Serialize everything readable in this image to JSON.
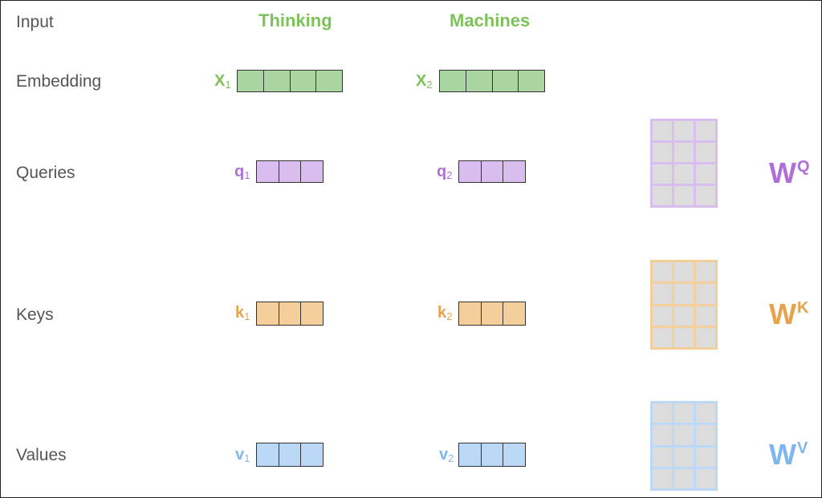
{
  "rows": {
    "input": "Input",
    "embedding": "Embedding",
    "queries": "Queries",
    "keys": "Keys",
    "values": "Values"
  },
  "words": [
    "Thinking",
    "Machines"
  ],
  "vectors": {
    "x1": {
      "base": "X",
      "sub": "1"
    },
    "x2": {
      "base": "X",
      "sub": "2"
    },
    "q1": {
      "base": "q",
      "sub": "1"
    },
    "q2": {
      "base": "q",
      "sub": "2"
    },
    "k1": {
      "base": "k",
      "sub": "1"
    },
    "k2": {
      "base": "k",
      "sub": "2"
    },
    "v1": {
      "base": "v",
      "sub": "1"
    },
    "v2": {
      "base": "v",
      "sub": "2"
    }
  },
  "weights": {
    "wq": {
      "base": "W",
      "sup": "Q"
    },
    "wk": {
      "base": "W",
      "sup": "K"
    },
    "wv": {
      "base": "W",
      "sup": "V"
    }
  },
  "colors": {
    "embedding_fill": "#a9d6a0",
    "embedding_text": "#7dc15a",
    "query_fill": "#d9bdef",
    "query_text": "#b06fd8",
    "key_fill": "#f5cf9b",
    "key_text": "#e8a24b",
    "value_fill": "#bcd8f7",
    "value_text": "#7fb6ee",
    "matrix_cell": "#dcdcdc",
    "label_text": "#555555"
  }
}
